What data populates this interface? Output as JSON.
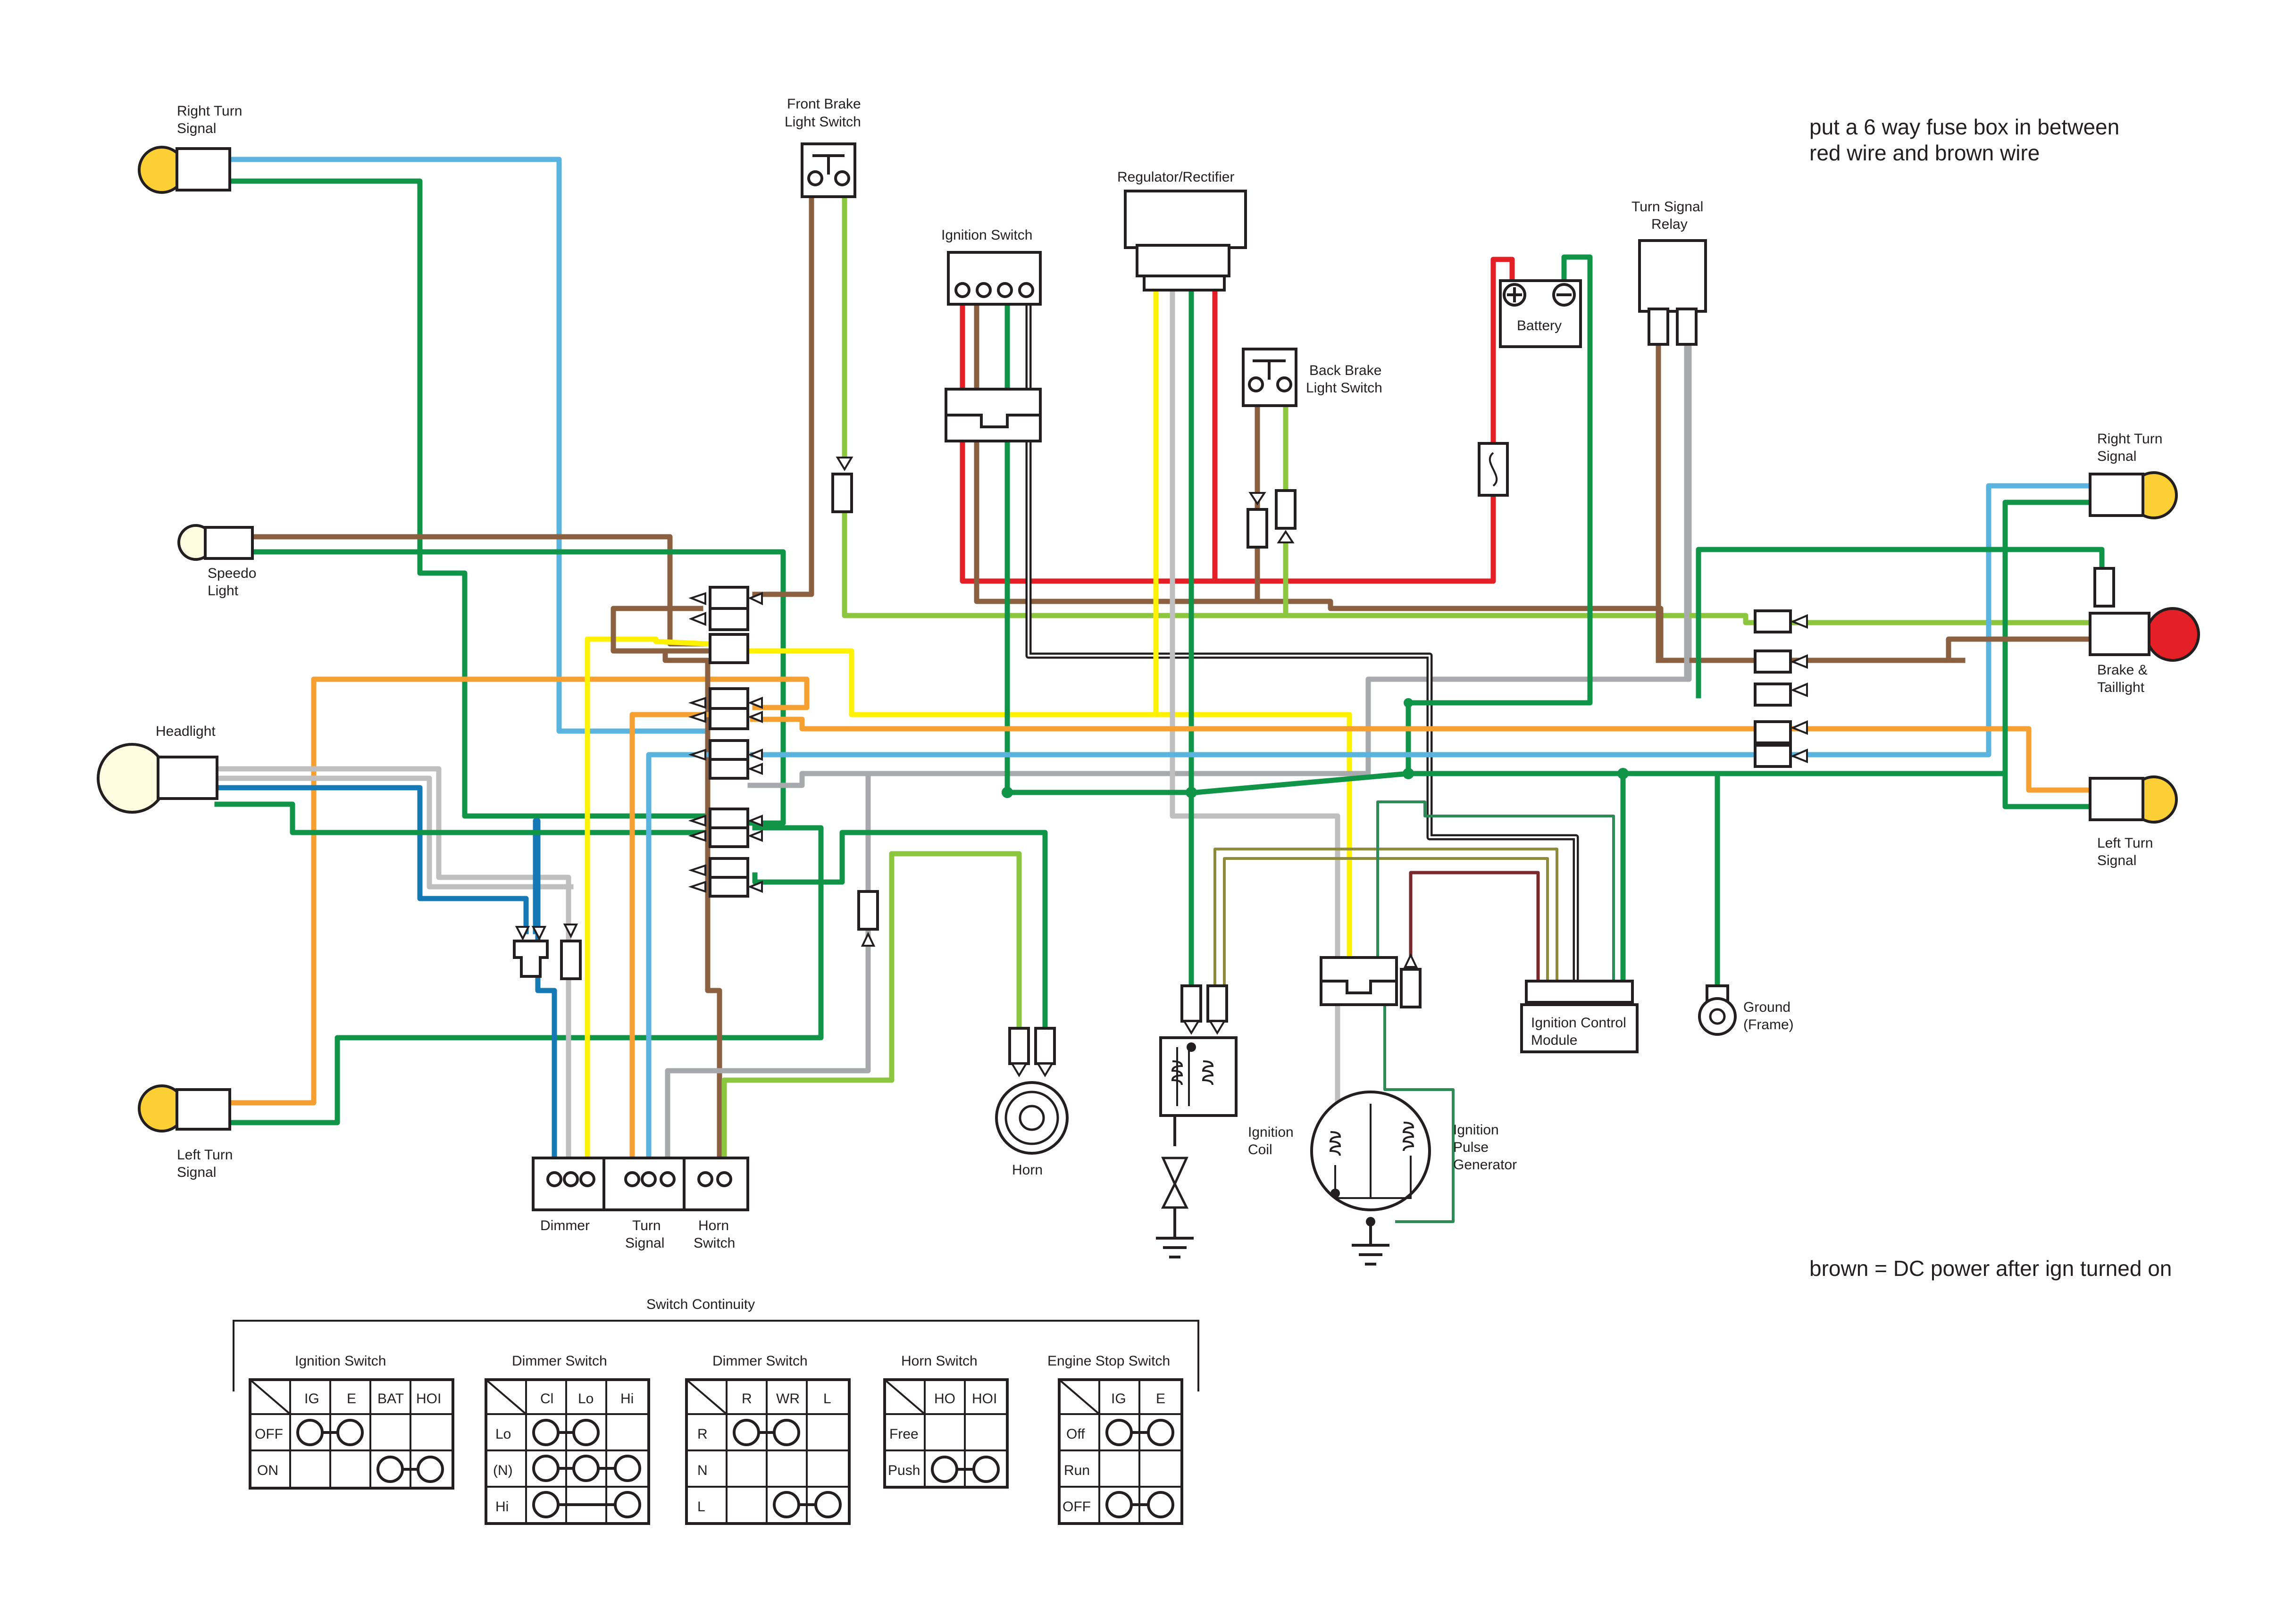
{
  "notes": {
    "fuse_note_line1": "put a 6 way fuse box in between",
    "fuse_note_line2": "red wire and brown wire",
    "brown_note": "brown = DC power after ign turned on"
  },
  "components": {
    "right_turn_signal_front": [
      "Right Turn",
      "Signal"
    ],
    "speedo_light": [
      "Speedo",
      "Light"
    ],
    "headlight": "Headlight",
    "left_turn_signal_front": [
      "Left Turn",
      "Signal"
    ],
    "front_brake_switch": [
      "Front Brake",
      "Light Switch"
    ],
    "ignition_switch": "Ignition Switch",
    "regulator_rectifier": "Regulator/Rectifier",
    "back_brake_switch": [
      "Back Brake",
      "Light Switch"
    ],
    "battery": "Battery",
    "turn_signal_relay": [
      "Turn Signal",
      "Relay"
    ],
    "right_turn_signal_rear": [
      "Right Turn",
      "Signal"
    ],
    "brake_taillight": [
      "Brake &",
      "Taillight"
    ],
    "left_turn_signal_rear": [
      "Left Turn",
      "Signal"
    ],
    "ground_frame": [
      "Ground",
      "(Frame)"
    ],
    "ignition_control_module": [
      "Ignition Control",
      "Module"
    ],
    "ignition_coil": [
      "Ignition",
      "Coil"
    ],
    "ignition_pulse_generator": [
      "Ignition",
      "Pulse",
      "Generator"
    ],
    "horn": "Horn",
    "dimmer": "Dimmer",
    "turn_signal_switch": [
      "Turn",
      "Signal"
    ],
    "horn_switch": [
      "Horn",
      "Switch"
    ]
  },
  "colors": {
    "blue": "#5bb4de",
    "green": "#109447",
    "brown": "#8b6041",
    "yellow": "#fff200",
    "orange": "#f5a031",
    "white_wire": "#bfbfbf",
    "grey": "#a7a9ac",
    "red": "#e51f26",
    "dark_blue": "#1579b5",
    "light_green": "#8cc63f",
    "black": "#231f20",
    "bulb_amber": "#fcd034",
    "bulb_red": "#e51f26",
    "bulb_pale": "#fffbe0"
  },
  "continuity": {
    "title": "Switch Continuity",
    "ignition_switch": {
      "title": "Ignition Switch",
      "columns": [
        "IG",
        "E",
        "BAT",
        "HOI"
      ],
      "rows": [
        "OFF",
        "ON"
      ]
    },
    "dimmer_switch_1": {
      "title": "Dimmer Switch",
      "columns": [
        "Cl",
        "Lo",
        "Hi"
      ],
      "rows": [
        "Lo",
        "(N)",
        "Hi"
      ]
    },
    "dimmer_switch_2": {
      "title": "Dimmer Switch",
      "columns": [
        "R",
        "WR",
        "L"
      ],
      "rows": [
        "R",
        "N",
        "L"
      ]
    },
    "horn_switch": {
      "title": "Horn Switch",
      "columns": [
        "HO",
        "HOI"
      ],
      "rows": [
        "Free",
        "Push"
      ]
    },
    "engine_stop_switch": {
      "title": "Engine Stop Switch",
      "columns": [
        "IG",
        "E"
      ],
      "rows": [
        "Off",
        "Run",
        "OFF"
      ]
    }
  }
}
